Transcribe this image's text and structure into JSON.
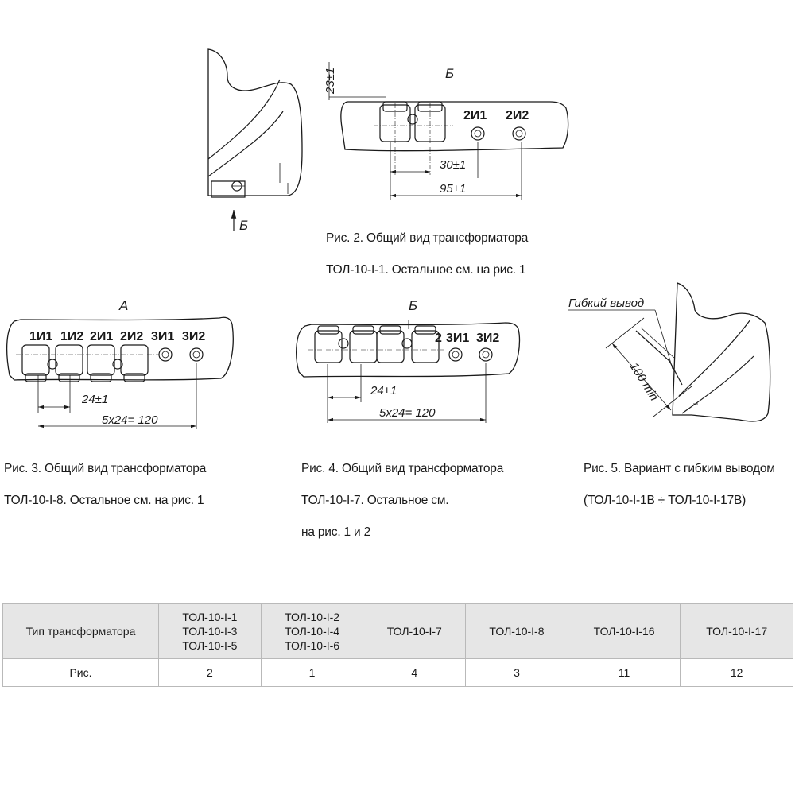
{
  "fig1": {
    "view_arrow": "Б"
  },
  "fig2": {
    "view": "Б",
    "dim_height": "23±1",
    "terminals": [
      "2И1",
      "2И2"
    ],
    "dim_a": "30±1",
    "dim_b": "95±1",
    "caption": [
      "Рис. 2. Общий вид трансформатора",
      "ТОЛ-10-I-1. Остальное см. на рис. 1"
    ]
  },
  "fig3": {
    "view": "А",
    "terminals": [
      "1И1",
      "1И2",
      "2И1",
      "2И2",
      "3И1",
      "3И2"
    ],
    "dim_a": "24±1",
    "dim_b": "5x24= 120",
    "caption": [
      "Рис. 3. Общий вид трансформатора",
      "ТОЛ-10-I-8. Остальное см. на рис. 1"
    ]
  },
  "fig4": {
    "view": "Б",
    "terminals": [
      "2",
      "3И1",
      "3И2"
    ],
    "dim_a": "24±1",
    "dim_b": "5x24= 120",
    "caption": [
      "Рис. 4. Общий вид трансформатора",
      "ТОЛ-10-I-7. Остальное см.",
      "на рис. 1 и 2"
    ]
  },
  "fig5": {
    "lead_label": "Гибкий вывод",
    "dim": "100 min",
    "caption": [
      "Рис. 5. Вариант с гибким выводом",
      "(ТОЛ-10-I-1В ÷ ТОЛ-10-I-17В)"
    ]
  },
  "table": {
    "row_header": "Тип трансформатора",
    "row_label": "Рис.",
    "columns": [
      {
        "types": [
          "ТОЛ-10-I-1",
          "ТОЛ-10-I-3",
          "ТОЛ-10-I-5"
        ],
        "fig": "2"
      },
      {
        "types": [
          "ТОЛ-10-I-2",
          "ТОЛ-10-I-4",
          "ТОЛ-10-I-6"
        ],
        "fig": "1"
      },
      {
        "types": [
          "ТОЛ-10-I-7"
        ],
        "fig": "4"
      },
      {
        "types": [
          "ТОЛ-10-I-8"
        ],
        "fig": "3"
      },
      {
        "types": [
          "ТОЛ-10-I-16"
        ],
        "fig": "11"
      },
      {
        "types": [
          "ТОЛ-10-I-17"
        ],
        "fig": "12"
      }
    ]
  }
}
